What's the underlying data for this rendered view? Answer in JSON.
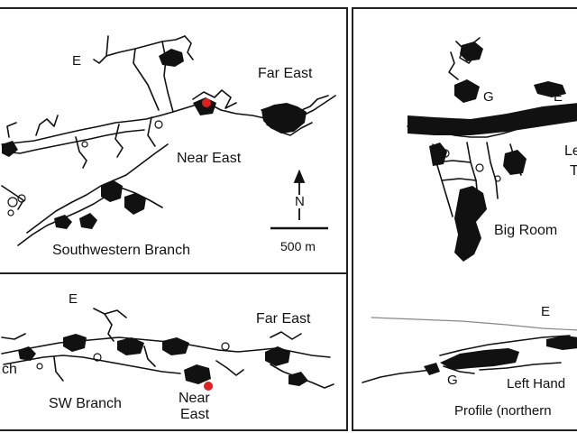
{
  "plan_top": {
    "label_e": "E",
    "label_far_east": "Far East",
    "label_near_east": "Near East",
    "label_southwestern_branch": "Southwestern Branch",
    "north_arrow_label": "N",
    "scale_bar_label": "500 m",
    "marker_color": "#e0201f"
  },
  "plan_bottom": {
    "label_e": "E",
    "label_far_east": "Far East",
    "label_sw_branch": "SW Branch",
    "label_near_east_1": "Near",
    "label_near_east_2": "East",
    "label_clipped_left": "ch",
    "marker_color": "#e0201f"
  },
  "right_panel": {
    "label_g": "G",
    "label_e": "E",
    "label_clipped_le": "Le",
    "label_clipped_t": "T",
    "label_big_room": "Big Room",
    "profile_label_e": "E",
    "profile_label_g": "G",
    "profile_label_left_hand": "Left Hand",
    "profile_caption": "Profile (northern"
  }
}
